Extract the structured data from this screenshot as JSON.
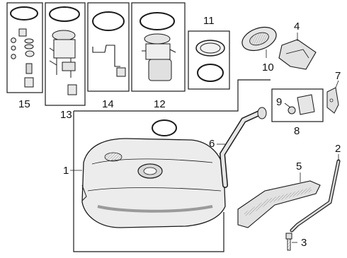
{
  "diagram": {
    "callouts": [
      {
        "id": "c1",
        "label": "1"
      },
      {
        "id": "c2",
        "label": "2"
      },
      {
        "id": "c3",
        "label": "3"
      },
      {
        "id": "c4",
        "label": "4"
      },
      {
        "id": "c5",
        "label": "5"
      },
      {
        "id": "c6",
        "label": "6"
      },
      {
        "id": "c7",
        "label": "7"
      },
      {
        "id": "c8",
        "label": "8"
      },
      {
        "id": "c9",
        "label": "9"
      },
      {
        "id": "c10",
        "label": "10"
      },
      {
        "id": "c11",
        "label": "11"
      },
      {
        "id": "c12",
        "label": "12"
      },
      {
        "id": "c13",
        "label": "13"
      },
      {
        "id": "c14",
        "label": "14"
      },
      {
        "id": "c15",
        "label": "15"
      }
    ],
    "colors": {
      "line": "#1a1a1a",
      "part_fill": "#ececec",
      "part_shadow": "#bdbdbd",
      "background": "#ffffff"
    }
  }
}
